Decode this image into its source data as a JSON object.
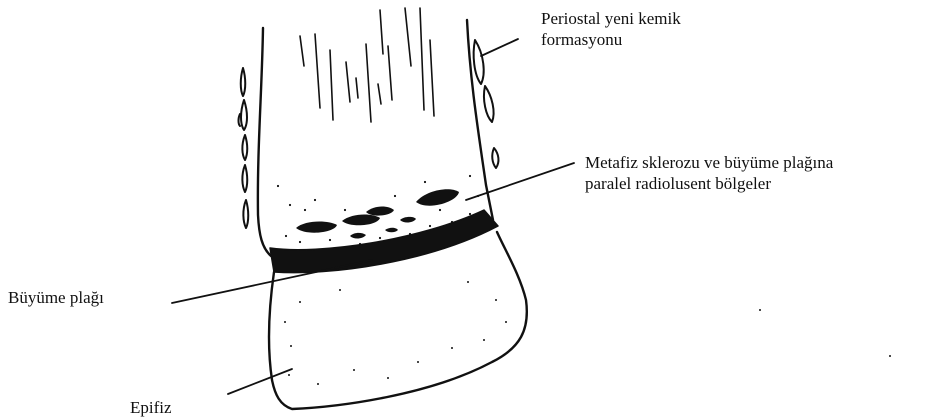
{
  "labels": {
    "periosteal": {
      "line1": "Periostal yeni kemik",
      "line2": "formasyonu"
    },
    "metaphysis": {
      "line1": "Metafiz sklerozu ve büyüme plağına",
      "line2": "paralel radiolusent bölgeler"
    },
    "growth_plate": "Büyüme plağı",
    "epiphysis": "Epifiz"
  },
  "colors": {
    "ink": "#111111",
    "background": "#ffffff"
  }
}
